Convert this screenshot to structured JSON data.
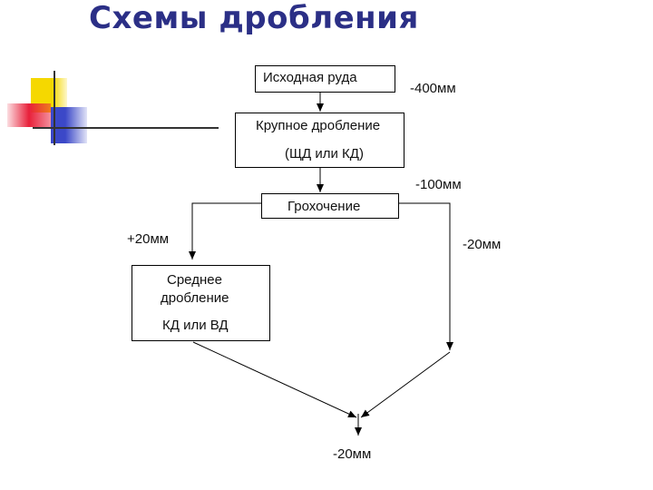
{
  "title": "Схемы дробления",
  "nodes": {
    "ore": "Исходная руда",
    "coarse_line1": "Крупное дробление",
    "coarse_line2": "(ЩД или КД)",
    "screening": "Грохочение",
    "medium_line1": "Среднее",
    "medium_line2": "дробление",
    "medium_line3": "КД или ВД"
  },
  "labels": {
    "size_ore": "-400мм",
    "size_after_coarse": "-100мм",
    "oversize": "+20мм",
    "undersize": "-20мм",
    "final": "-20мм"
  },
  "colors": {
    "title": "#2b2f86",
    "deco_yellow": "#f5d800",
    "deco_red": "#e8203a",
    "deco_blue": "#3b48c8"
  }
}
